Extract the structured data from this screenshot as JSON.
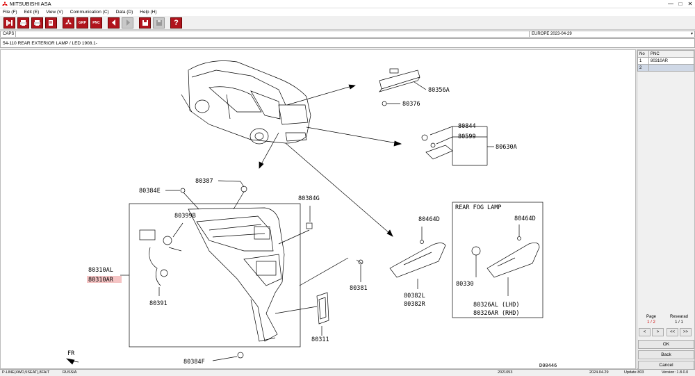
{
  "window": {
    "title": "MITSUBISHI ASA",
    "controls": [
      "—",
      "□",
      "✕"
    ]
  },
  "menu": [
    "File (F)",
    "Edit (E)",
    "View (V)",
    "Communication (C)",
    "Data (D)",
    "Help (H)"
  ],
  "toolbar": {
    "grp_label": "GRP",
    "pnc_label": "PNC",
    "help_label": "?"
  },
  "category": {
    "label": "CAPS",
    "selection": "EUROPE  2023-04-29",
    "dropdown_icon": "▾"
  },
  "group": {
    "title": "54-110  REAR EXTERIOR LAMP / LED 1908.1-"
  },
  "diagram": {
    "labels": {
      "p80356A": "80356A",
      "p80376": "80376",
      "p80844": "80844",
      "p80599": "80599",
      "p80630A": "80630A",
      "p80387": "80387",
      "p80384E": "80384E",
      "p80384G": "80384G",
      "p80399B": "80399B",
      "p80310AL": "80310AL",
      "p80310AR": "80310AR",
      "p80391": "80391",
      "p80381": "80381",
      "p80311": "80311",
      "p80384F": "80384F",
      "p80464D_1": "80464D",
      "p80464D_2": "80464D",
      "p80382L": "80382L",
      "p80382R": "80382R",
      "p80330": "80330",
      "p80326AL": "80326AL (LHD)",
      "p80326AR": "80326AR (RHD)",
      "fog_title": "REAR FOG LAMP",
      "fr": "FR",
      "code": "D00446"
    }
  },
  "pnc_panel": {
    "headers": [
      "No",
      "PNC"
    ],
    "rows": [
      {
        "no": "1",
        "pnc": "80310AR"
      },
      {
        "no": "2",
        "pnc": ""
      }
    ]
  },
  "pager": {
    "page_label": "Page",
    "page_value": "1 / 2",
    "research_label": "Researad",
    "research_value": "1 / 1",
    "buttons": [
      "<",
      ">",
      "<<",
      ">>"
    ]
  },
  "actions": {
    "ok": "OK",
    "back": "Back",
    "cancel": "Cancel"
  },
  "status": {
    "model": "P-LINE(4WD,5SEAT),8FA/T",
    "region": "RUSSIA",
    "code": "2021053",
    "date": "2024.04.29",
    "update": "Update 803",
    "version": "Version: 1.8.0.0"
  }
}
